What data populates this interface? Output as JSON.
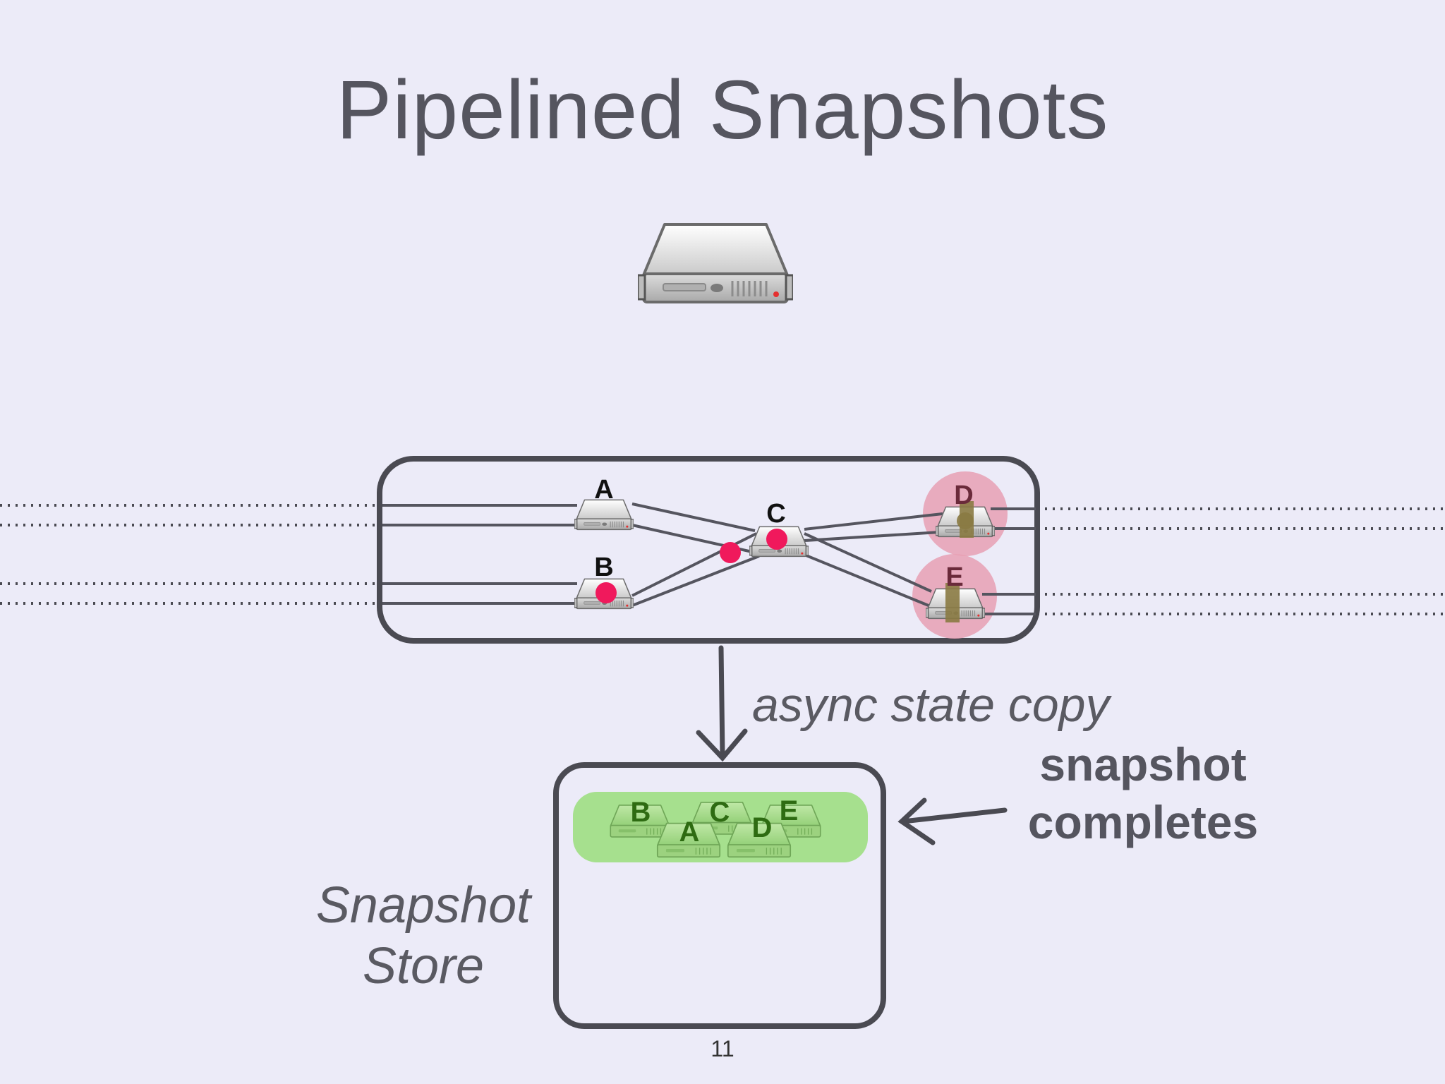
{
  "slide": {
    "title": "Pipelined Snapshots",
    "page_number": "11"
  },
  "pipeline": {
    "nodes": [
      {
        "id": "A",
        "label": "A"
      },
      {
        "id": "B",
        "label": "B"
      },
      {
        "id": "C",
        "label": "C"
      },
      {
        "id": "D",
        "label": "D"
      },
      {
        "id": "E",
        "label": "E"
      }
    ]
  },
  "snapshot_store": {
    "label_line1": "Snapshot",
    "label_line2": "Store",
    "stored_labels": [
      "B",
      "C",
      "E",
      "A",
      "D"
    ]
  },
  "annotations": {
    "copy": "async state copy",
    "complete_line1": "snapshot",
    "complete_line2": "completes"
  },
  "colors": {
    "background": "#ecebf8",
    "outline": "#4a4a52",
    "barrier": "#f0195c",
    "highlight": "#e8a0b4",
    "store_band": "#a6e08e",
    "store_text": "#2e6b12",
    "state_tag": "#8a7a42"
  },
  "icons": {
    "coordinator": "server-icon",
    "node": "server-icon"
  }
}
